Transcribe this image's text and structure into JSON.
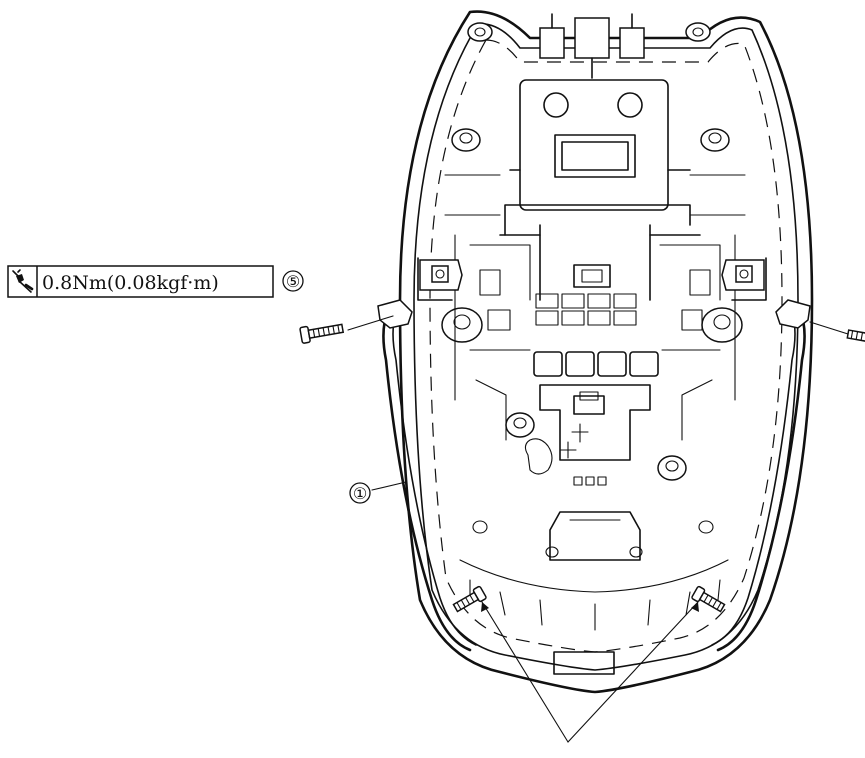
{
  "torque_label": {
    "icon": "torque-wrench-icon",
    "text": "0.8Nm(0.08kgf·m)"
  },
  "callouts": [
    {
      "number": "⑤"
    },
    {
      "number": "①"
    }
  ]
}
